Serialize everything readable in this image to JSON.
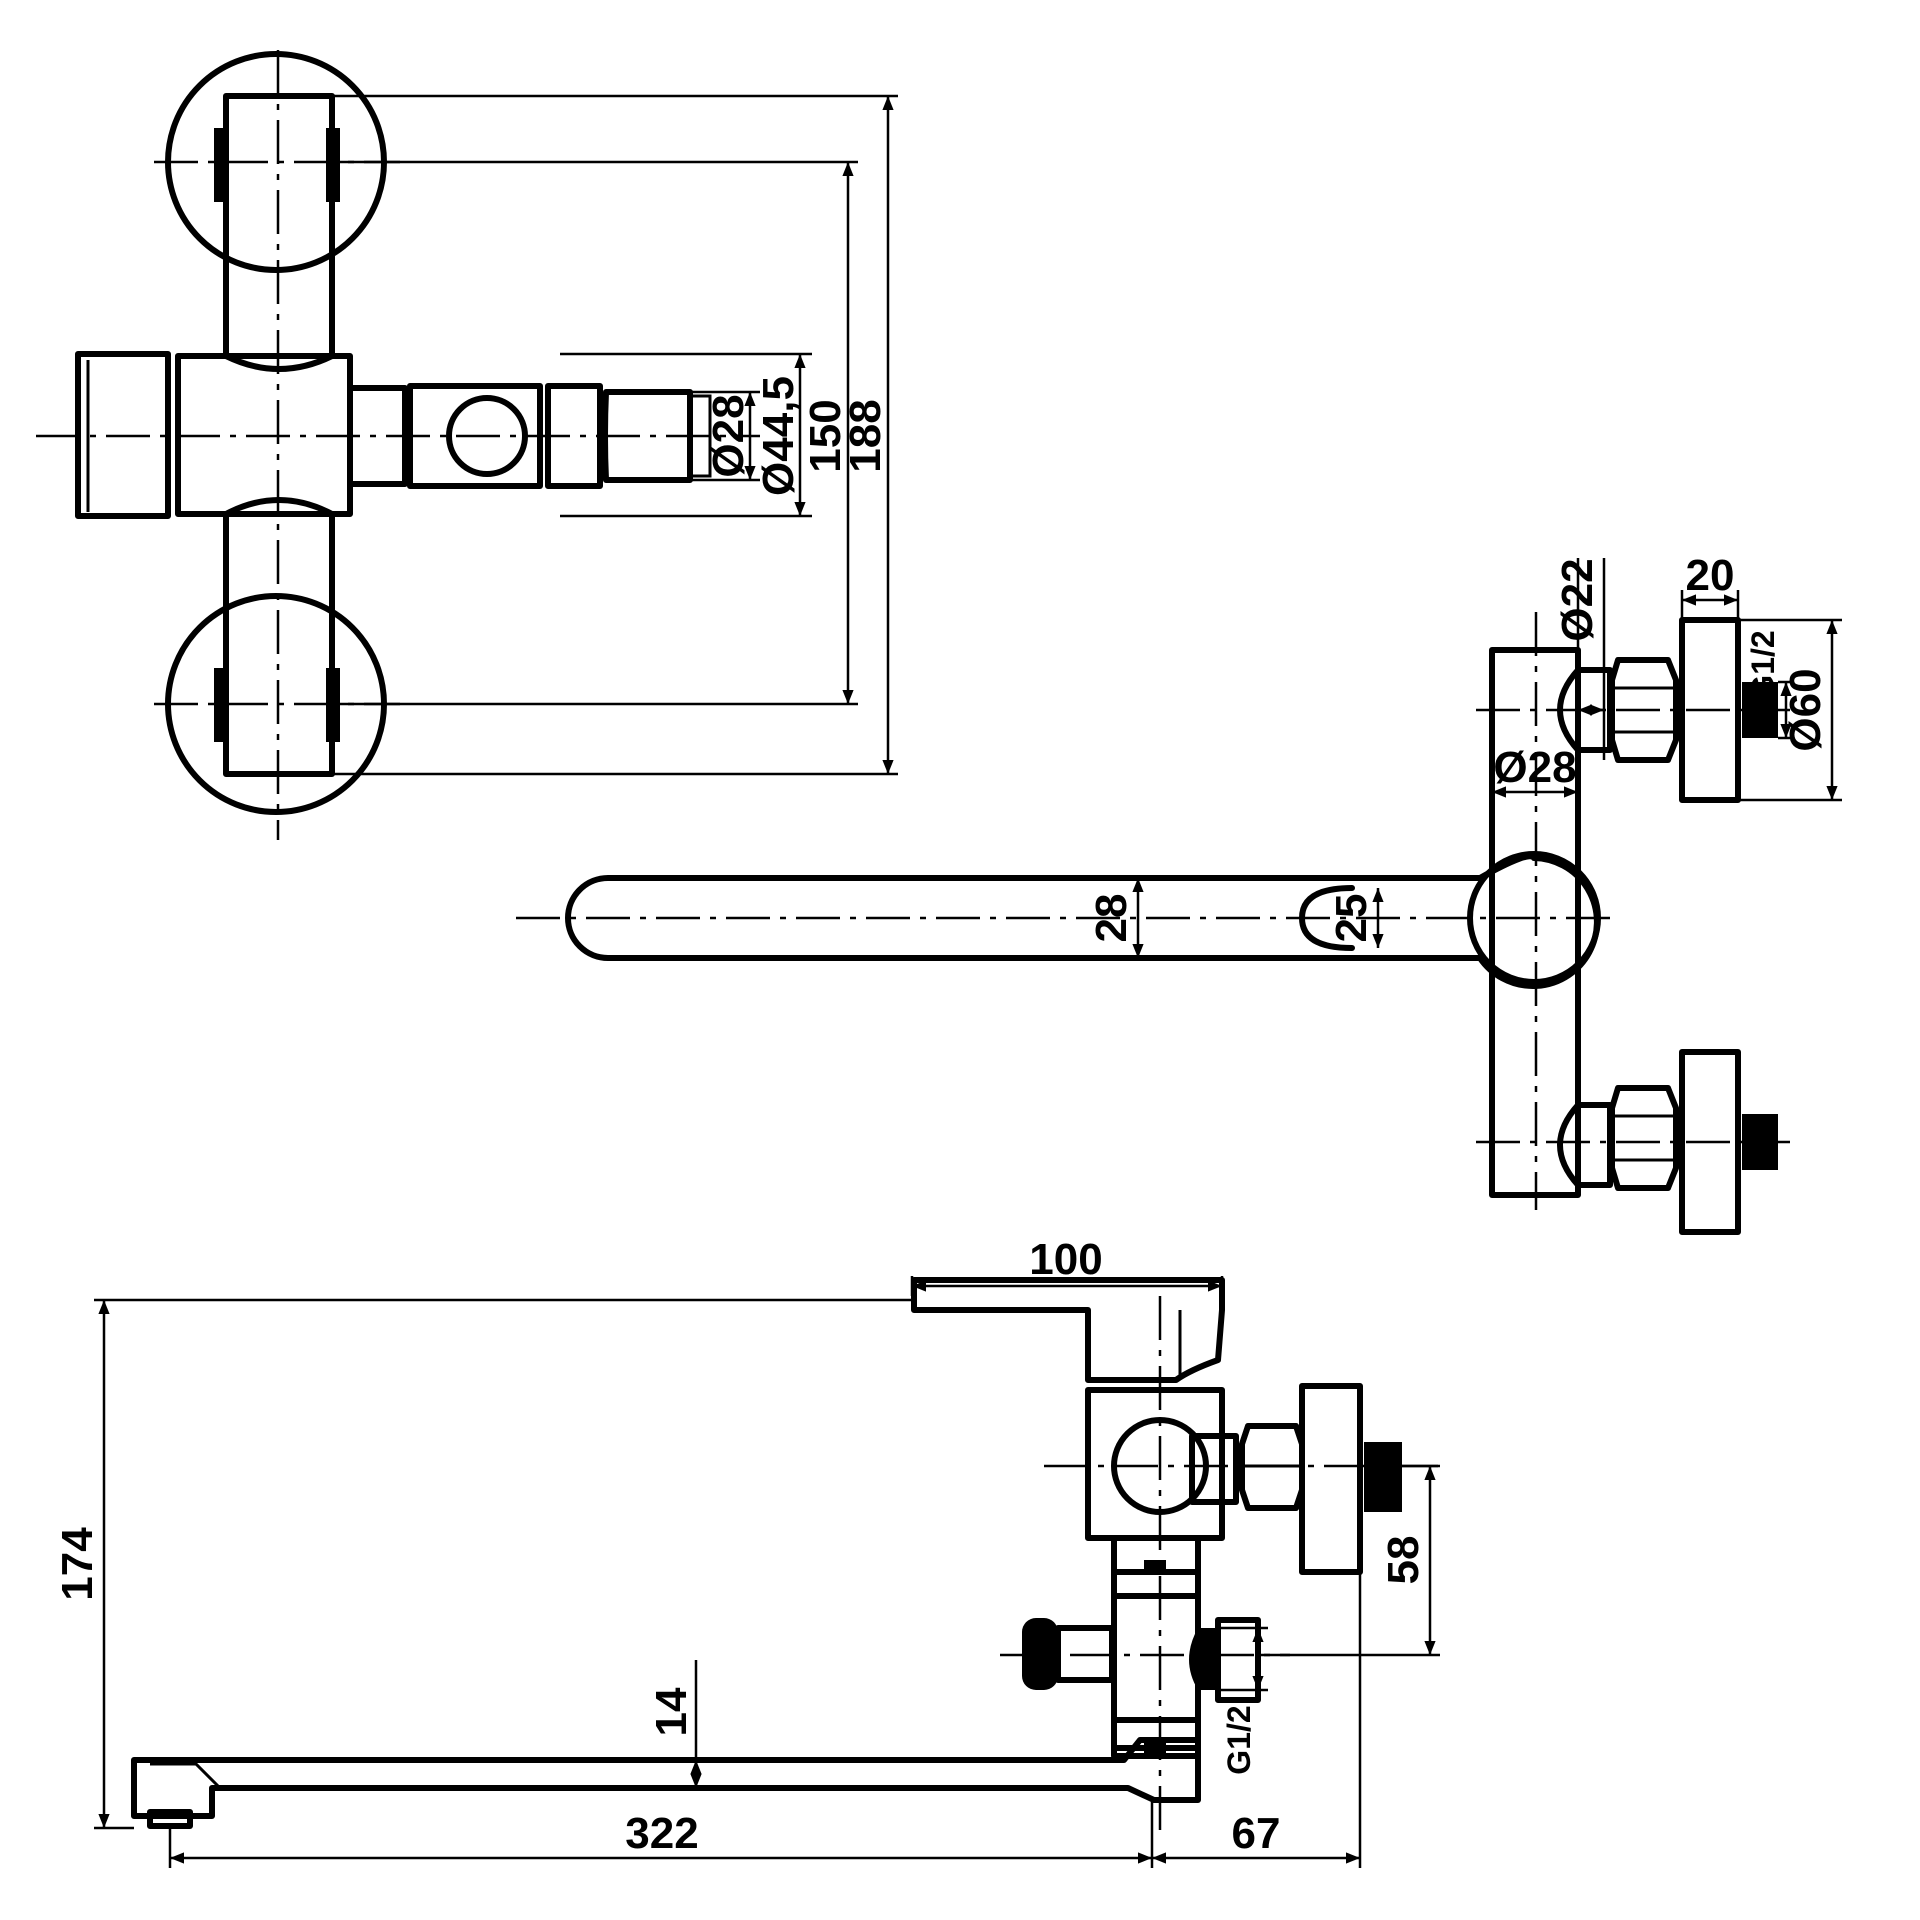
{
  "dimensions": {
    "d28_top": "Ø28",
    "d44_5": "Ø44,5",
    "d150": "150",
    "d188": "188",
    "d22": "Ø22",
    "d20": "20",
    "g12_side": "G1/2",
    "d60": "Ø60",
    "d28_side": "Ø28",
    "d28_spout": "28",
    "d25_spout": "25",
    "d100": "100",
    "d174": "174",
    "d58": "58",
    "d14": "14",
    "g12_front": "G1/2",
    "d322": "322",
    "d67": "67"
  }
}
